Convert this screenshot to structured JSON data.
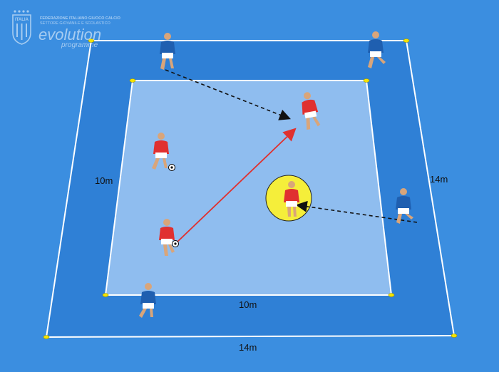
{
  "branding": {
    "badge_text": "ITALIA",
    "federation_line1": "FEDERAZIONE ITALIANO GIUOCO CALCIO",
    "federation_line2": "SETTORE GIOVANILE E SCOLASTICO",
    "brand_name": "evolution",
    "brand_sub": "programme"
  },
  "labels": {
    "outer_left": "10m",
    "outer_right": "14m",
    "outer_bottom": "14m",
    "inner_bottom": "10m"
  },
  "colors": {
    "background": "#3b8ee0",
    "outer_field": "#2f80d6",
    "inner_field": "#8fbdef",
    "line": "#ffffff",
    "cone": "#f5e400",
    "team_red": "#e03030",
    "team_blue": "#1f5fb0",
    "pass_arrow": "#e0302e",
    "run_arrow": "#111111",
    "highlight": "#f5ee3a"
  },
  "players": {
    "red": [
      {
        "id": "red-receiver",
        "has_ball": false
      },
      {
        "id": "red-dribbler",
        "has_ball": true
      },
      {
        "id": "red-passer",
        "has_ball": true
      },
      {
        "id": "red-highlighted",
        "has_ball": false
      }
    ],
    "blue": [
      {
        "id": "blue-top-left"
      },
      {
        "id": "blue-top-right"
      },
      {
        "id": "blue-right"
      },
      {
        "id": "blue-bottom-left"
      }
    ]
  },
  "actions": [
    {
      "type": "pass",
      "from": "red-passer",
      "to": "red-receiver",
      "style": "solid",
      "color": "red"
    },
    {
      "type": "run",
      "from": "blue-top-left",
      "to": "red-receiver",
      "style": "dashed",
      "color": "black"
    },
    {
      "type": "run",
      "from": "blue-right",
      "to": "red-highlighted",
      "style": "dashed",
      "color": "black"
    }
  ]
}
